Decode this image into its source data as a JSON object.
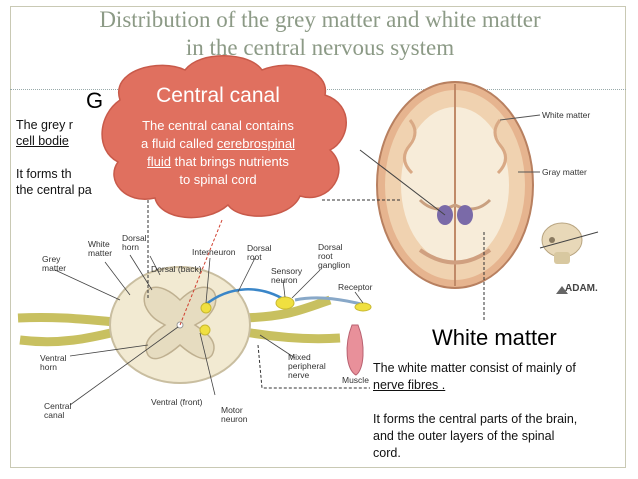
{
  "slide": {
    "title_line1": "Distribution of the grey matter and white matter",
    "title_line2": "in the central nervous system"
  },
  "grey": {
    "heading_fragment": "G",
    "line1": "The grey r",
    "line2": "cell bodie",
    "line3": "It forms th",
    "line4": "the central pa"
  },
  "bubble": {
    "title": "Central canal",
    "line1": "The central canal contains",
    "line2_pre": "a fluid called ",
    "line2_link": "cerebrospinal",
    "line3_link": "fluid",
    "line3_post": "  that brings nutrients",
    "line4": "to spinal cord"
  },
  "white": {
    "heading": "White matter",
    "line1": "The white matter consist of mainly of",
    "line2": "nerve fibres .",
    "line3": "It forms the central parts of the brain,",
    "line4": "and the outer layers of the spinal",
    "line5": "cord."
  },
  "brain_labels": {
    "white": "White matter",
    "gray": "Gray matter",
    "brand": "ADAM."
  },
  "spinal_labels": {
    "grey_matter": [
      "Grey",
      "matter"
    ],
    "white_matter": [
      "White",
      "matter"
    ],
    "dorsal_horn": [
      "Dorsal",
      "horn"
    ],
    "dorsal_back": "Dorsal (back)",
    "interneuron": "Interneuron",
    "dorsal_root": [
      "Dorsal",
      "root"
    ],
    "dorsal_root_ganglion": [
      "Dorsal",
      "root",
      "ganglion"
    ],
    "sensory_neuron": [
      "Sensory",
      "neuron"
    ],
    "receptor": "Receptor",
    "ventral_horn": [
      "Ventral",
      "horn"
    ],
    "central_canal": [
      "Central",
      "canal"
    ],
    "ventral_front": "Ventral (front)",
    "motor_neuron": [
      "Motor",
      "neuron"
    ],
    "mixed_nerve": [
      "Mixed",
      "peripheral",
      "nerve"
    ],
    "muscle": "Muscle"
  },
  "colors": {
    "title": "#8c9a86",
    "bubble": "#e0705f",
    "bubble_stroke": "#c85a4a",
    "cord": "#f2ead2",
    "nerve": "#c8c060",
    "muscle": "#e8909a",
    "brain_outer": "#e8b898",
    "brain_inner": "#f6ecd8"
  }
}
